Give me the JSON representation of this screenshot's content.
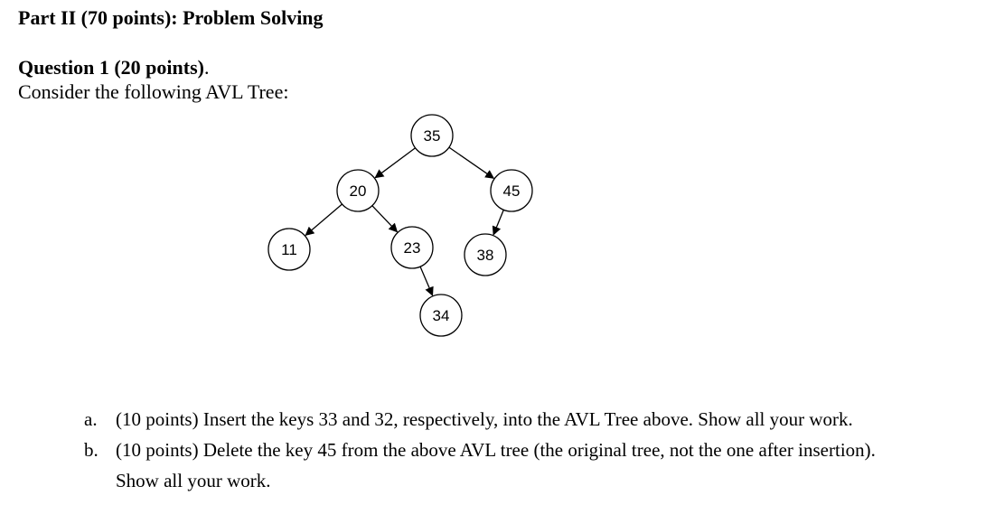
{
  "part_heading": "Part II (70 points): Problem Solving",
  "question": {
    "title_bold": "Question 1 (20 points)",
    "title_end": ".",
    "intro": "Consider the following AVL Tree:"
  },
  "tree": {
    "nodes": [
      {
        "key": "35",
        "id": "node-35"
      },
      {
        "key": "20",
        "id": "node-20"
      },
      {
        "key": "45",
        "id": "node-45"
      },
      {
        "key": "11",
        "id": "node-11"
      },
      {
        "key": "23",
        "id": "node-23"
      },
      {
        "key": "38",
        "id": "node-38"
      },
      {
        "key": "34",
        "id": "node-34"
      }
    ],
    "edges": [
      [
        "35",
        "20"
      ],
      [
        "35",
        "45"
      ],
      [
        "20",
        "11"
      ],
      [
        "20",
        "23"
      ],
      [
        "45",
        "38"
      ],
      [
        "23",
        "34"
      ]
    ]
  },
  "tasks": [
    {
      "marker": "a.",
      "lines": [
        "(10 points) Insert the keys 33 and 32, respectively, into the AVL Tree above. Show all your work."
      ]
    },
    {
      "marker": "b.",
      "lines": [
        "(10 points) Delete the key 45 from the above AVL tree (the original tree, not the one after insertion).",
        "Show all your work."
      ]
    }
  ]
}
